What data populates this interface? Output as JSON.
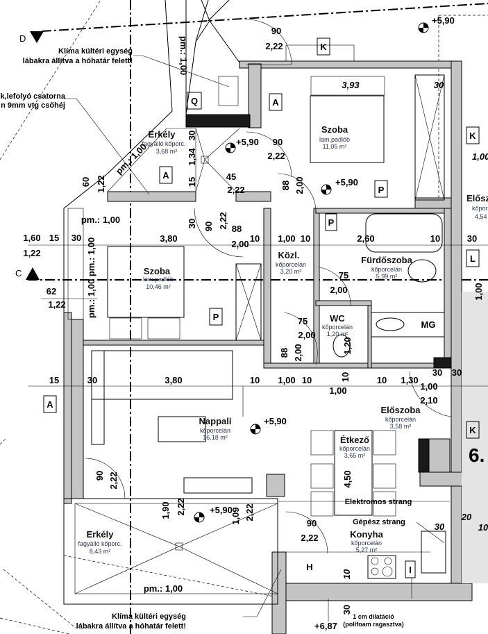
{
  "rooms": [
    {
      "name": "Szoba",
      "floor": "lam.padlób",
      "area": "11,05 m²"
    },
    {
      "name": "Erkély",
      "floor": "fagyálló kőporc.",
      "area": "3,68 m²"
    },
    {
      "name": "Előszoba",
      "floor": "kőporc",
      "area": "4,54"
    },
    {
      "name": "Szoba",
      "floor": "lam.padlób",
      "area": "10,46 m²"
    },
    {
      "name": "Közl.",
      "floor": "kőporcelán",
      "area": "3,20 m²"
    },
    {
      "name": "Fürdőszoba",
      "floor": "kőporcelán",
      "area": "5,99 m²"
    },
    {
      "name": "WC",
      "floor": "kőporcelán",
      "area": "1,20 m²"
    },
    {
      "name": "Nappali",
      "floor": "kőporcelán",
      "area": "16,18 m²"
    },
    {
      "name": "Előszoba",
      "floor": "kőporcelán",
      "area": "3,58 m²"
    },
    {
      "name": "Étkező",
      "floor": "kőporcelán",
      "area": "3,65 m²"
    },
    {
      "name": "Erkély",
      "floor": "fagyálló kőporc.",
      "area": "8,43 m²"
    },
    {
      "name": "Konyha",
      "floor": "kőporcelán",
      "area": "5,27 m²"
    }
  ],
  "dims": [
    "90",
    "2,22",
    "pm.: 1,00",
    "+5,90",
    "3,93",
    "30",
    "1,00",
    "+5,90",
    "90",
    "2,22",
    "45",
    "2,22",
    "88",
    "2,00",
    "+5,90",
    "1,22",
    "60",
    "pm.: 1,00",
    "30",
    "1,34",
    "15",
    "30",
    "pm.: 1,00",
    "1,60",
    "1,22",
    "15",
    "30",
    "3,80",
    "pm.: 1,00",
    "pm.: 1,00",
    "62",
    "1,22",
    "90",
    "2,22",
    "88",
    "2,00",
    "10",
    "1,00",
    "10",
    "2,60",
    "10",
    "30",
    "75",
    "2,00",
    "75",
    "2,00",
    "88",
    "2,00",
    "1,20",
    "15",
    "30",
    "3,80",
    "10",
    "1,00",
    "10",
    "10",
    "10",
    "1,30",
    "1,00",
    "2,10",
    "30",
    "30",
    "1,00",
    "+5,90",
    "90",
    "2,22",
    "1,90",
    "2,22",
    "+5,90",
    "1,09",
    "2,22",
    "90",
    "2,22",
    "4,50",
    "30",
    "20",
    "10",
    "10",
    "30",
    "+6,87",
    "pm.: 1,00",
    "1,00"
  ],
  "tags": [
    "K",
    "A",
    "Q",
    "A",
    "K",
    "P",
    "P",
    "L",
    "P",
    "MG",
    "A",
    "K",
    "H",
    "I"
  ],
  "sections": [
    "D",
    "C"
  ],
  "building_number": "6.",
  "notes": {
    "klima_top_1": "Klíma kültéri egység",
    "klima_top_2": "lábakra állítva a hóhatár felett!",
    "gutter_1": "k,lefolyó csatorna",
    "gutter_2": "n 9mm vtg csőhéj",
    "elektromos": "Elektromos strang",
    "gepesz": "Gépész strang",
    "dilatacio_1": "1 cm dilatáció",
    "dilatacio_2": "(polifoam ragasztva)",
    "klima_bottom_1": "Klíma kültéri egység",
    "klima_bottom_2": "lábakra állítva a hóhatár felett!"
  }
}
